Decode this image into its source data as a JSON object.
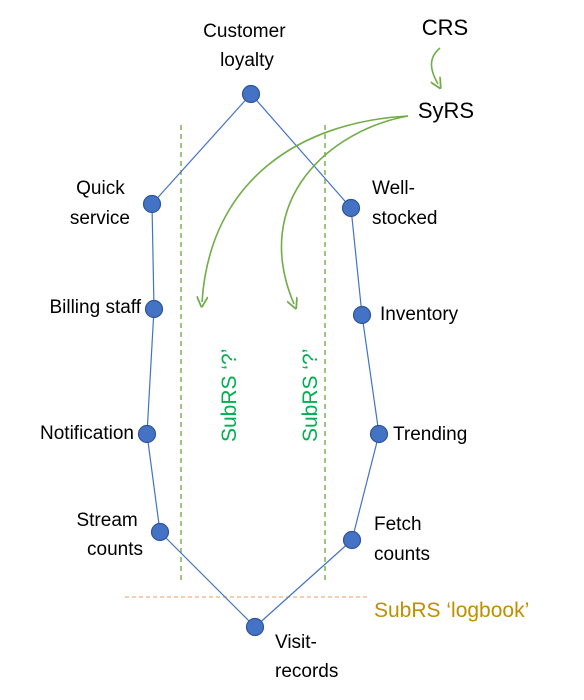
{
  "colors": {
    "node_fill": "#4472c4",
    "node_stroke": "#2f5597",
    "edge": "#4472c4",
    "green": "#70ad47",
    "green_text": "#00b050",
    "gold": "#f4b183",
    "gold_text": "#bf8f00"
  },
  "nodes": {
    "customer_loyalty": [
      "Customer",
      "loyalty"
    ],
    "quick_service": [
      "Quick",
      "service"
    ],
    "billing_staff": [
      "Billing staff"
    ],
    "notification": [
      "Notification"
    ],
    "stream_counts": [
      "Stream",
      "counts"
    ],
    "visit_records": [
      "Visit-",
      "records"
    ],
    "well_stocked": [
      "Well-",
      "stocked"
    ],
    "inventory": [
      "Inventory"
    ],
    "trending": [
      "Trending"
    ],
    "fetch_counts": [
      "Fetch",
      "counts"
    ]
  },
  "labels": {
    "crs": "CRS",
    "syrs": "SyRS",
    "subrs_left": "SubRS ‘?’",
    "subrs_right": "SubRS ‘?’",
    "subrs_logbook": "SubRS ‘logbook’"
  }
}
